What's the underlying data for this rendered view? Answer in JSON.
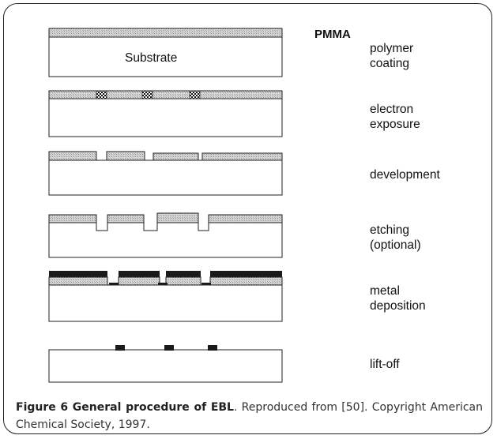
{
  "diagram": {
    "top_label": "PMMA",
    "substrate_label": "Substrate",
    "steps": [
      {
        "label_lines": [
          "polymer",
          "coating"
        ]
      },
      {
        "label_lines": [
          "electron",
          "exposure"
        ]
      },
      {
        "label_lines": [
          "development"
        ]
      },
      {
        "label_lines": [
          "etching",
          "(optional)"
        ]
      },
      {
        "label_lines": [
          "metal",
          "deposition"
        ]
      },
      {
        "label_lines": [
          "lift-off"
        ]
      }
    ]
  },
  "caption": {
    "title": "Figure 6 General procedure of EBL",
    "text": ". Reproduced from [50]. Copyright American Chemical Society, 1997."
  },
  "colors": {
    "border": "#222222",
    "resist_fill": "#c8c8c8",
    "metal_fill": "#1a1a1a",
    "outline": "#222222"
  }
}
